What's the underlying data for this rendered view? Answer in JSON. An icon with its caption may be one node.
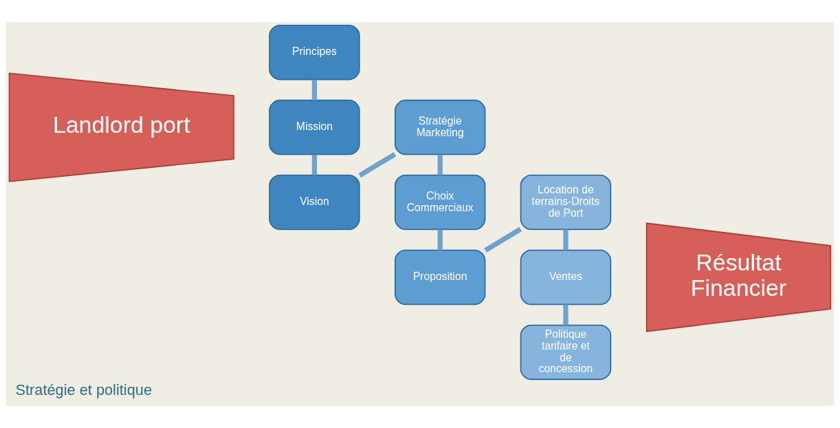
{
  "diagram": {
    "caption": "Stratégie et politique",
    "nodes": [
      {
        "text": [
          "Landlord port"
        ]
      },
      {
        "text": [
          "Principes"
        ]
      },
      {
        "text": [
          "Mission"
        ]
      },
      {
        "text": [
          "Vision"
        ]
      },
      {
        "text": [
          "Proposition"
        ]
      },
      {
        "text": [
          "Choix Commerciaux"
        ]
      },
      {
        "text": [
          "Stratégie Marketing"
        ]
      },
      {
        "text": [
          "Location de terrains-Droits de Port"
        ]
      },
      {
        "text": [
          "Ventes"
        ]
      },
      {
        "text": [
          "Politique tarifaire et de concession"
        ]
      },
      {
        "text": [
          "Résultat Financier"
        ]
      }
    ],
    "edges": [
      {
        "from": 1,
        "to": 2,
        "arrow": "none"
      },
      {
        "from": 2,
        "to": 3,
        "arrow": "none"
      },
      {
        "from": 3,
        "to": 6,
        "arrow": "none"
      },
      {
        "from": 6,
        "to": 5,
        "arrow": "none"
      },
      {
        "from": 5,
        "to": 4,
        "arrow": "none"
      },
      {
        "from": 4,
        "to": 7,
        "arrow": "none"
      },
      {
        "from": 7,
        "to": 8,
        "arrow": "none"
      },
      {
        "from": 8,
        "to": 9,
        "arrow": "none"
      }
    ]
  }
}
